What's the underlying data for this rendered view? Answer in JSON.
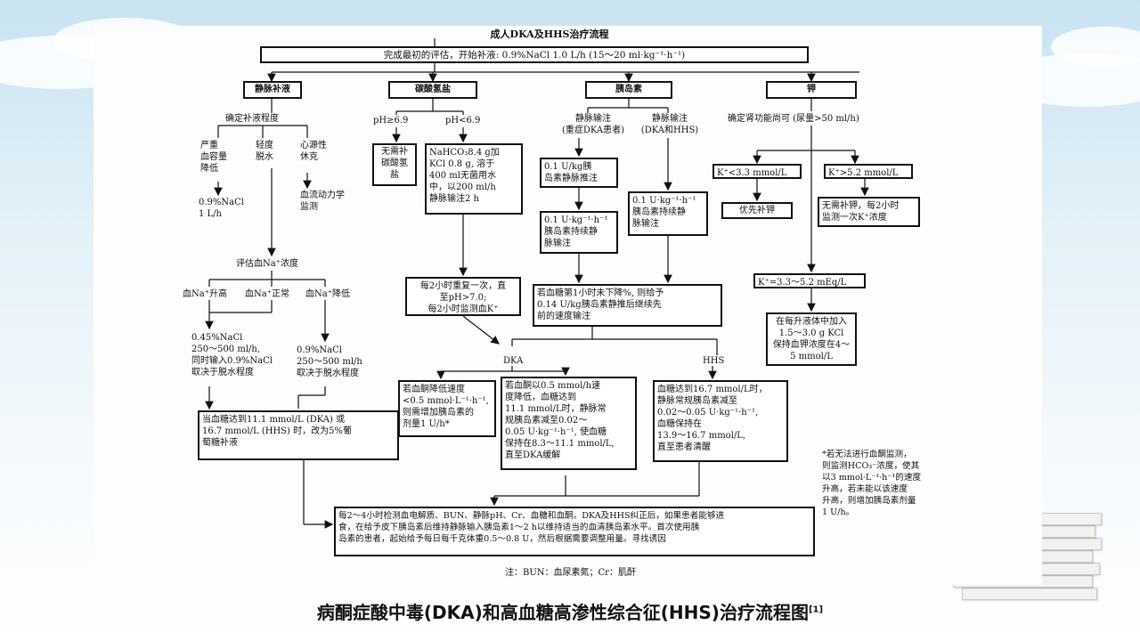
{
  "flowchart": {
    "title": "成人DKA及HHS治疗流程",
    "start": "完成最初的评估，开始补液: 0.9%NaCl 1.0 L/h (15～20 ml·kg⁻¹·h⁻¹)",
    "branches": {
      "fluids": "静脉补液",
      "bicarb": "碳酸氢盐",
      "insulin": "胰岛素",
      "potassium": "钾"
    },
    "fluids": {
      "determine": "确定补液程度",
      "severe": "严重\n血容量\n降低",
      "mild": "轻度\n脱水",
      "shock": "心源性\n休克",
      "severe_action": "0.9%NaCl\n1 L/h",
      "shock_action": "血流动力学\n监测",
      "assess_na": "评估血Na⁺浓度",
      "na_high": "血Na⁺升高",
      "na_normal": "血Na⁺正常",
      "na_low": "血Na⁺降低",
      "high_normal_action": "0.45%NaCl\n250～500 ml/h,\n同时输入0.9%NaCl\n取决于脱水程度",
      "low_action": "0.9%NaCl\n250～500 ml/h\n取决于脱水程度",
      "glucose_switch": "当血糖达到11.1 mmol/L (DKA) 或\n16.7 mmol/L (HHS) 时，改为5%葡\n萄糖补液"
    },
    "bicarb": {
      "ph_high": "pH≥6.9",
      "ph_low": "pH<6.9",
      "no_need": "无需补\n碳酸氢\n盐",
      "give": "NaHCO₃8.4 g加\nKCl 0.8 g, 溶于\n400 ml无菌用水\n中，以200 ml/h\n静脉输注2 h",
      "repeat": "每2小时重复一次，直\n至pH>7.0;\n每2小时监测血K⁺"
    },
    "insulin": {
      "iv_severe": "静脉输注\n(重症DKA患者)",
      "iv_both": "静脉输注\n(DKA和HHS)",
      "bolus": "0.1 U/kg胰\n岛素静脉推注",
      "cont1": "0.1 U·kg⁻¹·h⁻¹\n胰岛素持续静\n脉输注",
      "cont2": "0.1 U·kg⁻¹·h⁻¹\n胰岛素持续静\n脉输注",
      "not_drop": "若血糖第1小时未下降%, 则给予\n0.14 U/kg胰岛素静推后继续先\n前的速度输注",
      "dka": "DKA",
      "hhs": "HHS",
      "dka_left": "若血酮降低速度\n<0.5 mmol·L⁻¹·h⁻¹,\n则需增加胰岛素的\n剂量1 U/h*",
      "dka_right": "若血酮以0.5 mmol/h速\n度降低，血糖达到\n11.1 mmol/L时，静脉常\n规胰岛素减至0.02～\n0.05 U·kg⁻¹·h⁻¹, 使血糖\n保持在8.3～11.1 mmol/L,\n直至DKA缓解",
      "hhs_box": "血糖达到16.7 mmol/L时，\n静脉常规胰岛素减至\n0.02～0.05 U·kg⁻¹·h⁻¹,\n血糖保持在\n13.9～16.7 mmol/L,\n直至患者清醒"
    },
    "potassium": {
      "kidney": "确定肾功能尚可 (尿量>50 ml/h)",
      "k_low": "K⁺<3.3 mmol/L",
      "k_high": "K⁺>5.2 mmol/L",
      "k_low_action": "优先补钾",
      "k_high_action": "无需补钾，每2小时\n监测一次K⁺浓度",
      "k_mid": "K⁺=3.3～5.2 mEq/L",
      "k_mid_action": "在每升液体中加入\n1.5～3.0 g KCl\n保持血钾浓度在4～\n5 mmol/L"
    },
    "monitor": "每2～4小时检测血电解质、BUN、静脉pH、Cr、血糖和血酮。DKA及HHS纠正后，如果患者能够进\n食，在给予皮下胰岛素后维持静脉输入胰岛素1～2 h以维持适当的血清胰岛素水平。首次使用胰\n岛素的患者，起始给予每日每千克体重0.5～0.8 U，然后根据需要调整用量。寻找诱因",
    "footnote": "*若无法进行血酮监测，\n则监测HCO₃⁻浓度，使其\n以3 mmol·L⁻¹·h⁻¹的速度\n升高，若未能以该速度\n升高，则增加胰岛素剂量\n1 U/h。",
    "note": "注：BUN：血尿素氮；Cr：肌酐"
  },
  "caption": {
    "text": "病酮症酸中毒(DKA)和高血糖高渗性综合征(HHS)治疗流程图",
    "ref": "[1]"
  }
}
